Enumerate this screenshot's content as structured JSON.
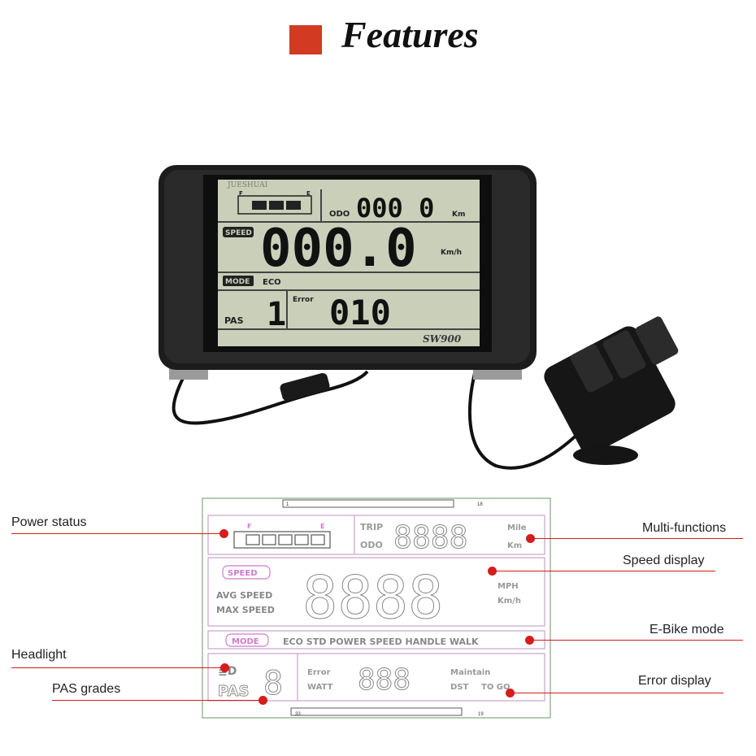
{
  "heading": {
    "title": "Features",
    "accent_color": "#d23a22"
  },
  "device": {
    "brand": "JUESHUAI",
    "model": "SW900",
    "battery": {
      "full_label": "F",
      "empty_label": "E",
      "bars": 3
    },
    "odo": {
      "label": "ODO",
      "value": "000 0",
      "unit": "Km"
    },
    "speed": {
      "label": "SPEED",
      "value": "000.0",
      "unit": "Km/h"
    },
    "mode": {
      "label": "MODE",
      "value": "ECO"
    },
    "pas": {
      "label": "PAS",
      "value": "1"
    },
    "error": {
      "label": "Error",
      "value": "010"
    }
  },
  "diagram": {
    "top_pin_start": "1",
    "top_pin_end": "18",
    "bottom_pin_start": "33",
    "bottom_pin_end": "19",
    "battery_full": "F",
    "battery_empty": "E",
    "trip": "TRIP",
    "odo": "ODO",
    "mile": "Mile",
    "km": "Km",
    "speed": "SPEED",
    "avg_speed": "AVG SPEED",
    "max_speed": "MAX SPEED",
    "mph": "MPH",
    "kmh": "Km/h",
    "mode": "MODE",
    "modes": "ECO STD POWER SPEED HANDLE WALK",
    "pas": "PAS",
    "error": "Error",
    "watt": "WATT",
    "maintain": "Maintain",
    "dst": "DST",
    "to_go": "TO GO"
  },
  "callouts": {
    "power_status": "Power status",
    "multi_functions": "Multi-functions",
    "speed_display": "Speed display",
    "ebike_mode": "E-Bike mode",
    "headlight": "Headlight",
    "pas_grades": "PAS grades",
    "error_display": "Error display",
    "line_color": "#d61c1c"
  }
}
